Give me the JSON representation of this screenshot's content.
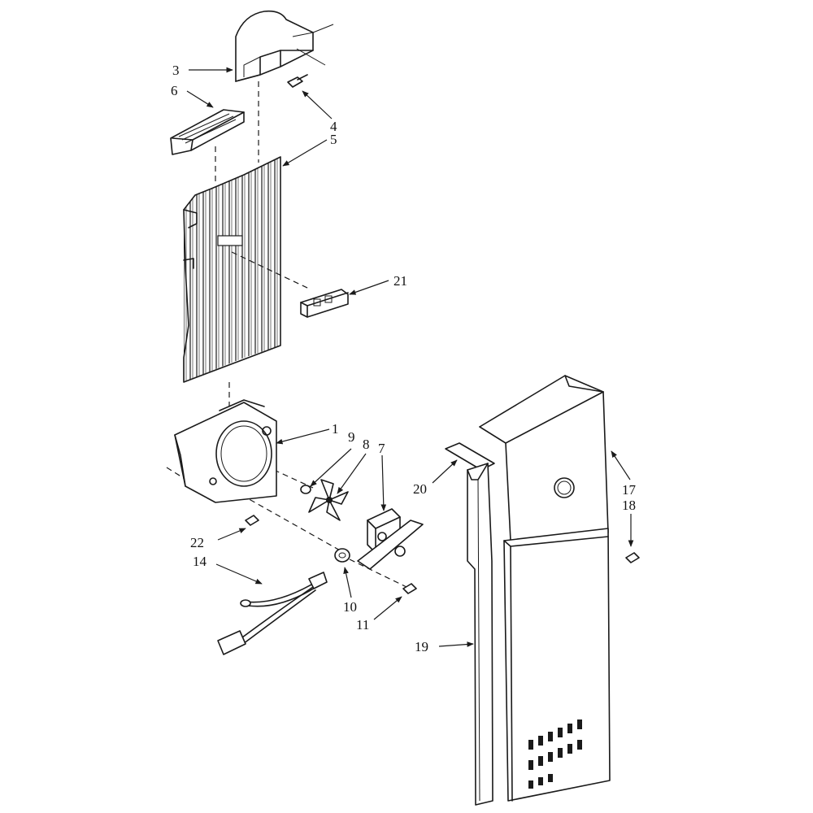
{
  "callouts": {
    "c1": "1",
    "c3": "3",
    "c4": "4",
    "c5": "5",
    "c6": "6",
    "c7": "7",
    "c8": "8",
    "c9": "9",
    "c10": "10",
    "c11": "11",
    "c14": "14",
    "c17": "17",
    "c18": "18",
    "c19": "19",
    "c20": "20",
    "c21": "21",
    "c22": "22"
  },
  "colors": {
    "ink": "#1a1a1a",
    "paper": "#ffffff"
  }
}
